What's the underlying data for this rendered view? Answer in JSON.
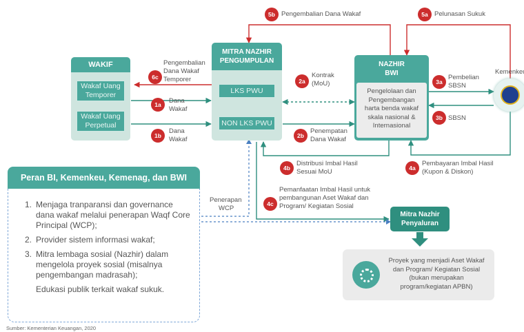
{
  "wakif": {
    "title": "WAKIF",
    "items": [
      "Wakaf Uang Temporer",
      "Wakaf Uang Perpetual"
    ]
  },
  "mitra_pengumpulan": {
    "title_line1": "MITRA NAZHIR",
    "title_line2": "PENGUMPULAN",
    "items": [
      "LKS PWU",
      "NON LKS PWU"
    ]
  },
  "nazhir_bwi": {
    "title_line1": "NAZHIR",
    "title_line2": "BWI",
    "body": [
      "Pengelolaan dan",
      "Pengembangan",
      "harta benda wakaf",
      "skala nasional &",
      "Internasional"
    ]
  },
  "kemenkeu": {
    "label": "Kemenkeu"
  },
  "flows": [
    {
      "badge": "5b",
      "lines": [
        "Pengembalian Dana Wakaf"
      ]
    },
    {
      "badge": "5a",
      "lines": [
        "Pelunasan Sukuk"
      ]
    },
    {
      "badge": "6c",
      "lines": [
        "Pengembalian",
        "Dana Wakaf",
        "Temporer"
      ]
    },
    {
      "badge": "1a",
      "lines": [
        "Dana",
        "Wakaf"
      ]
    },
    {
      "badge": "1b",
      "lines": [
        "Dana",
        "Wakaf"
      ]
    },
    {
      "badge": "2a",
      "lines": [
        "Kontrak",
        "(MoU)"
      ]
    },
    {
      "badge": "2b",
      "lines": [
        "Penempatan",
        "Dana Wakaf"
      ]
    },
    {
      "badge": "3a",
      "lines": [
        "Pembelian",
        "SBSN"
      ]
    },
    {
      "badge": "3b",
      "lines": [
        "SBSN"
      ]
    },
    {
      "badge": "4b",
      "lines": [
        "Distribusi Imbal Hasil",
        "Sesuai MoU"
      ]
    },
    {
      "badge": "4a",
      "lines": [
        "Pembayaran Imbal Hasil",
        "(Kupon & Diskon)"
      ]
    },
    {
      "badge": "4c",
      "lines": [
        "Pemanfaatan Imbal Hasil untuk",
        "pembangunan Aset Wakaf dan",
        "Program/ Kegiatan Sosial"
      ]
    }
  ],
  "penerapan_wcp": [
    "Penerapan",
    "WCP"
  ],
  "peran": {
    "title": "Peran BI, Kemenkeu, Kemenag, dan BWI",
    "items": [
      {
        "num": "1.",
        "lines": [
          "Menjaga tranparansi dan governance",
          "dana wakaf  melalui penerapan Waqf Core",
          "Principal (WCP);"
        ]
      },
      {
        "num": "2.",
        "lines": [
          "Provider sistem informasi wakaf;"
        ]
      },
      {
        "num": "3.",
        "lines": [
          "Mitra lembaga sosial (Nazhir) dalam",
          "mengelola proyek sosial (misalnya",
          "pengembangan madrasah);"
        ]
      },
      {
        "num": "",
        "lines": [
          "Edukasi publik terkait wakaf sukuk."
        ]
      }
    ]
  },
  "mitra_penyaluran": {
    "title_line1": "Mitra Nazhir",
    "title_line2": "Penyaluran"
  },
  "proyek": {
    "lines": [
      "Proyek yang menjadi Aset Wakaf",
      "dan Program/ Kegiatan Sosial",
      "(bukan merupakan",
      "program/kegiatan APBN)"
    ]
  },
  "source": "Sumber: Kementerian Keuangan, 2020",
  "colors": {
    "teal": "#4aa89c",
    "teal_dark": "#2f8f7f",
    "red": "#cc2d2d",
    "grey_box": "#ebebeb",
    "blue_dark": "#1f3f8f",
    "gold": "#e0b21c"
  }
}
